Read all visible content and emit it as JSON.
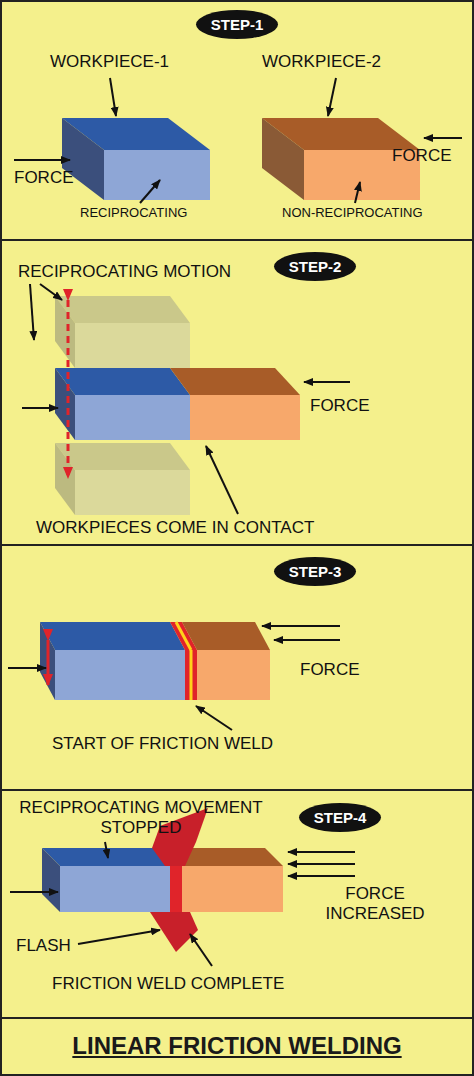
{
  "diagram": {
    "title": "LINEAR FRICTION WELDING",
    "nodes": [
      {
        "text": [
          "STEP-1"
        ]
      },
      {
        "text": [
          "STEP-2"
        ]
      },
      {
        "text": [
          "STEP-3"
        ]
      },
      {
        "text": [
          "STEP-4"
        ]
      }
    ],
    "labels": [
      "WORKPIECE-1",
      "WORKPIECE-2",
      "FORCE",
      "FORCE",
      "RECIPROCATING",
      "NON-RECIPROCATING",
      "RECIPROCATING MOTION",
      "FORCE",
      "WORKPIECES COME IN CONTACT",
      "FORCE",
      "START OF FRICTION WELD",
      "RECIPROCATING MOVEMENT STOPPED",
      "FORCE INCREASED",
      "FLASH",
      "FRICTION WELD COMPLETE"
    ]
  }
}
